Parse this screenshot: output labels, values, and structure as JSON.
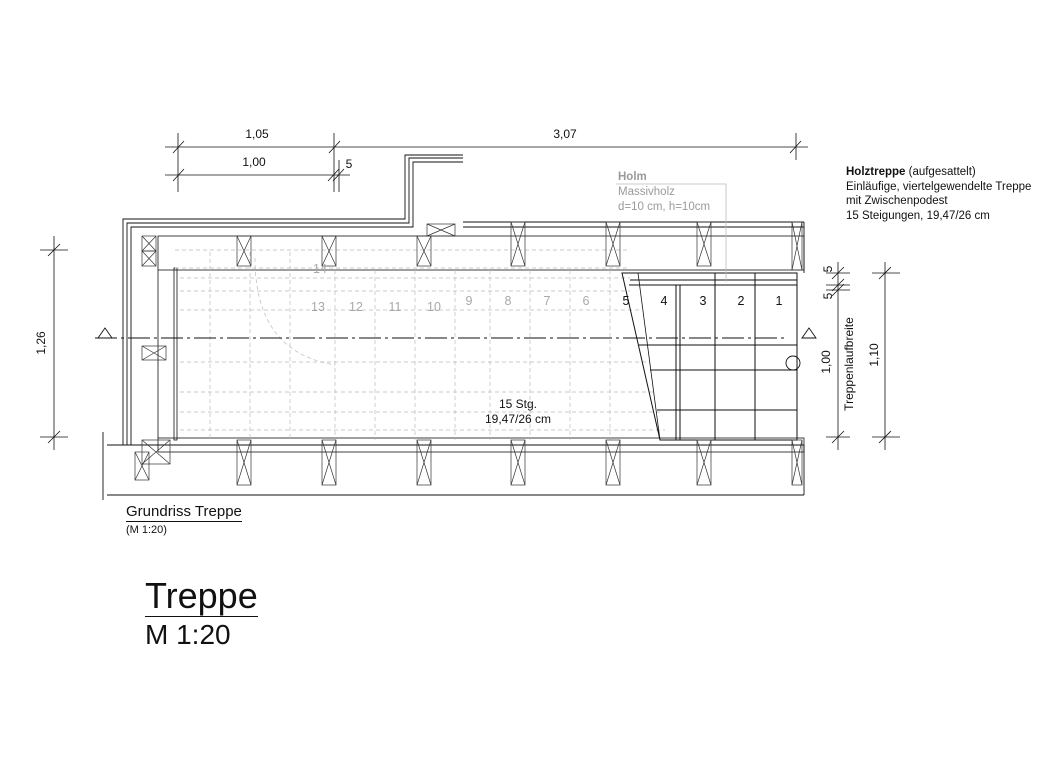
{
  "dimensions": {
    "top_outer_left": "1,05",
    "top_outer_right": "3,07",
    "top_inner": "1,00",
    "top_gap": "5",
    "left_height": "1,26",
    "right_small_a": "5",
    "right_small_b": "5",
    "right_inner": "1,00",
    "right_outer": "1,10",
    "right_label": "Treppenlaufbreite"
  },
  "holm": {
    "title": "Holm",
    "material": "Massivholz",
    "size": "d=10 cm, h=10cm"
  },
  "notes": {
    "title": "Holztreppe",
    "title_suffix": " (aufgesattelt)",
    "line1": "Einläufige, viertelgewendelte Treppe",
    "line2": "mit Zwischenpodest",
    "line3": "15 Steigungen, 19,47/26 cm"
  },
  "steps": [
    "1",
    "2",
    "3",
    "4",
    "5",
    "6",
    "7",
    "8",
    "9",
    "10",
    "11",
    "12",
    "13",
    "14"
  ],
  "center_label": {
    "line1": "15 Stg.",
    "line2": "19,47/26 cm"
  },
  "caption": {
    "title": "Grundriss Treppe",
    "scale": "(M 1:20)"
  },
  "sheet": {
    "title": "Treppe",
    "scale": "M 1:20"
  },
  "colors": {
    "line": "#111111",
    "grey": "#9a9a9a",
    "light": "#bdbdbd"
  }
}
